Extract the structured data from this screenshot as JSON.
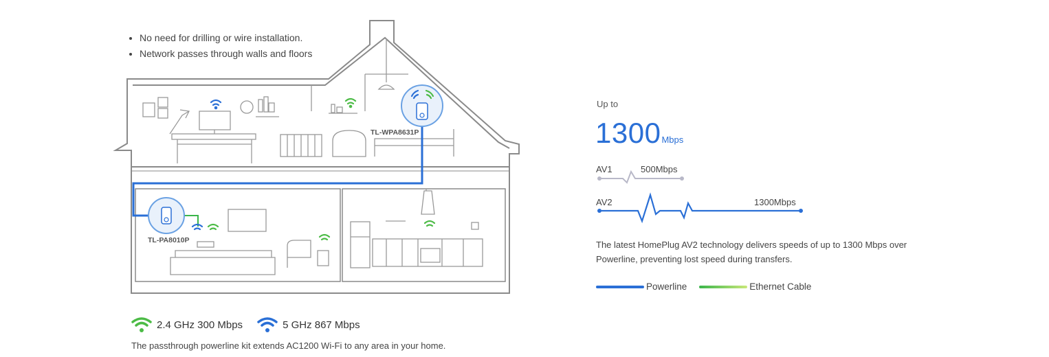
{
  "bullets": [
    "No need for drilling or wire installation.",
    "Network passes through walls and floors"
  ],
  "devices": {
    "top": "TL-WPA8631P",
    "bottom": "TL-PA8010P"
  },
  "wifi_legend": {
    "band24": "2.4 GHz 300 Mbps",
    "band5": "5 GHz 867 Mbps"
  },
  "caption": "The passthrough powerline kit extends AC1200 Wi-Fi to any area in your home.",
  "speed": {
    "prefix": "Up to",
    "value": "1300",
    "unit": "Mbps"
  },
  "comparison": {
    "av1": {
      "label": "AV1",
      "speed": "500Mbps"
    },
    "av2": {
      "label": "AV2",
      "speed": "1300Mbps"
    }
  },
  "description": "The latest HomePlug AV2 technology delivers speeds of up to 1300 Mbps over Powerline, preventing lost speed during transfers.",
  "legend": {
    "powerline": "Powerline",
    "ethernet": "Ethernet Cable"
  },
  "colors": {
    "powerline": "#2a6fd6",
    "ethernet": "#3ab54a",
    "wifi24": "#4cbb46",
    "wifi5": "#2a6fd6",
    "outline": "#8a8a8a"
  }
}
